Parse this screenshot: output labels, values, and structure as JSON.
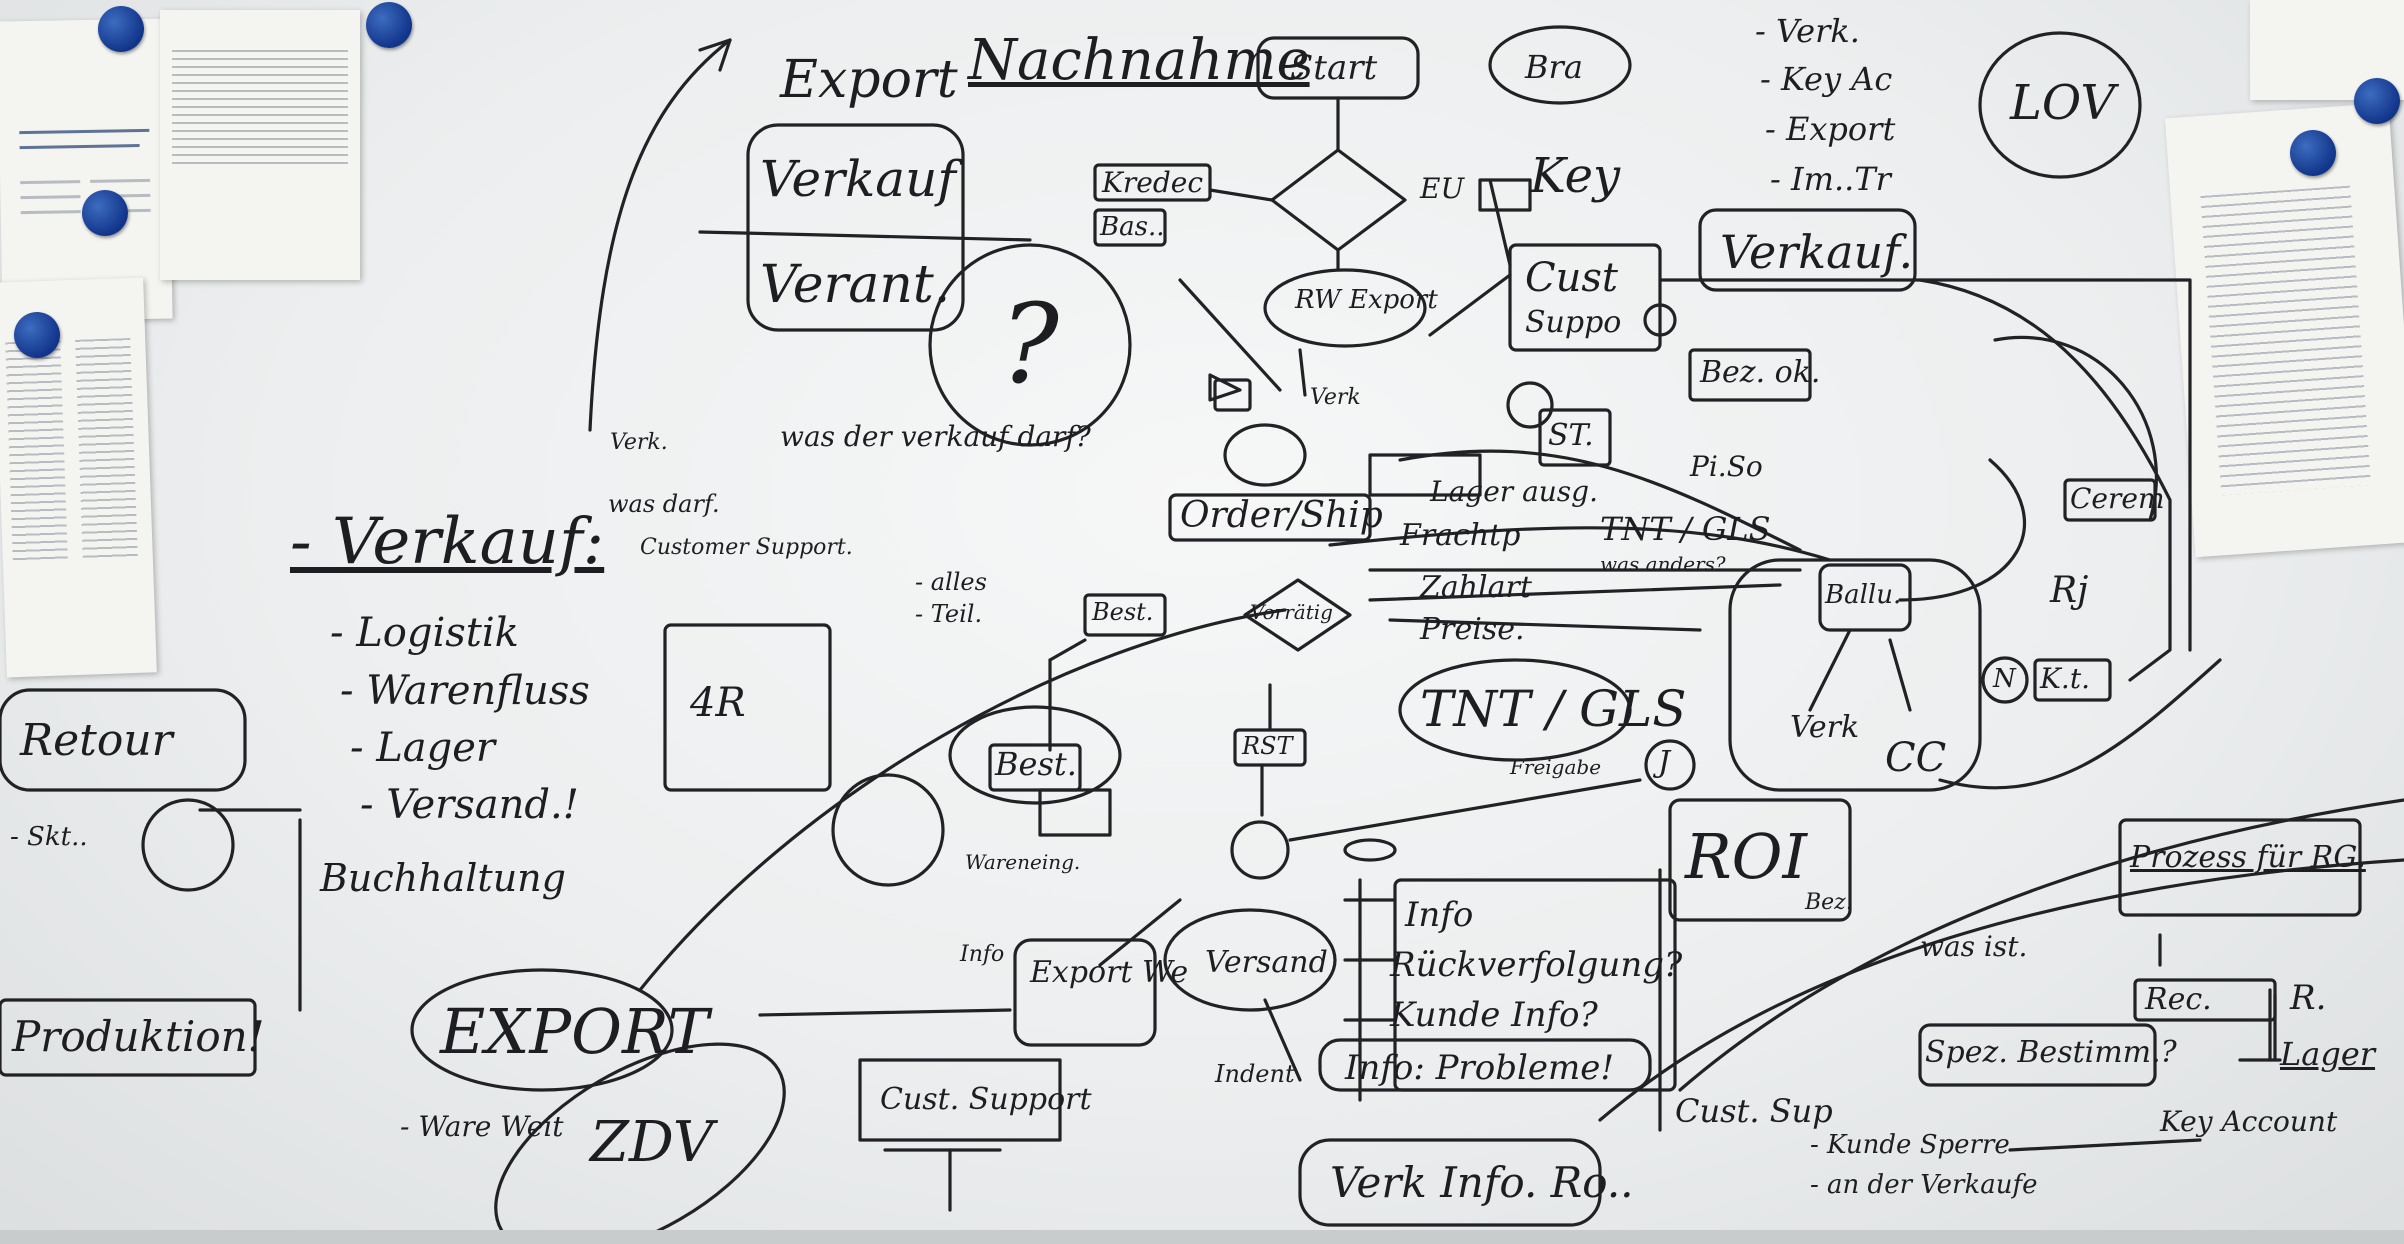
{
  "whiteboard": {
    "flow_top": {
      "export_header": "Export",
      "nachnahme": "Nachnahme",
      "start": "Start",
      "kreditor_box": "Kredec",
      "bas_box": "Bas..",
      "eu_label": "EU",
      "key_label": "Key",
      "rw_export": "RW Export",
      "verk_node": "Verk",
      "cust_support_line1": "Cust",
      "cust_support_line2": "Suppo",
      "verkauf_top_right": "Verkauf.",
      "bez_ok": "Bez. ok.",
      "st_box": "ST.",
      "pi_so": "Pi.So",
      "order_ship": "Order/Ship",
      "lager_ausg": "Lager ausg.",
      "tnt_gls_small": "TNT / GLS",
      "fracht": "Frachtp",
      "was_anders": "was anders?",
      "zahlart": "Zahlart",
      "preise": "Preise.",
      "tnt_gls_big": "TNT / GLS",
      "best_box": "Best.",
      "vorratig": "Vorrätig",
      "rst_box": "RST",
      "best_circle": "Best.",
      "freigabe": "Freigabe",
      "j_circle": "J",
      "question_big": "?",
      "ballung": "Ballu.",
      "verk_circle": "Verk",
      "cc_circle": "CC",
      "n_circle": "N",
      "kt_box": "K.t.",
      "rj_label": "Rj",
      "cerem_box": "Cerem"
    },
    "verkauf_section": {
      "verkauf_box_top": "Verkauf",
      "verant": "Verant.",
      "note_verk": "Verk.",
      "note_was_darf": "was darf.",
      "note_customer_support": "Customer Support.",
      "note_was_der_verkauf_darf": "was der verkauf darf?",
      "heading": "- Verkauf:",
      "item_logistik": "- Logistik",
      "item_warenfluss": "- Warenfluss",
      "item_lager": "- Lager",
      "item_versand": "- Versand.!",
      "item_buchhaltung": "Buchhaltung",
      "alles_teil_1": "- alles",
      "alles_teil_2": "- Teil.",
      "box_4r": "4R"
    },
    "bottom_left": {
      "retour": "Retour",
      "skt": "- Skt..",
      "produktion": "Produktion!",
      "export_big": "EXPORT",
      "ware_weit": "- Ware Weit",
      "zdv": "ZDV",
      "cust_support": "Cust. Support",
      "wareneing": "Wareneing.",
      "info_label": "Info",
      "export_we": "Export We",
      "versand": "Versand",
      "indent": "Indent"
    },
    "bottom_center": {
      "info_list_1": "Info",
      "info_list_2": "Rückverfolgung?",
      "info_list_3": "Kunde Info?",
      "info_list_4": "Info: Probleme!",
      "verk_info_ro": "Verk Info. Ro..",
      "roi": "ROI",
      "cust_sup": "Cust. Sup"
    },
    "bottom_right": {
      "prozess": "Prozess für RG.",
      "rec": "Rec.",
      "r": "R.",
      "lager": "Lager",
      "spez_bestimm": "Spez. Bestimm.?",
      "kunde_sperre": "- Kunde Sperre",
      "an_der_verkaufe": "- an der Verkaufe",
      "key_account": "Key Account",
      "bez_label": "Bez.",
      "was_ist": "was ist."
    },
    "top_right_notes": {
      "verk": "- Verk.",
      "key_acc": "- Key Ac",
      "export": "- Export",
      "im_tr": "- Im..Tr",
      "lov": "LOV",
      "key_bubble": "Bra"
    }
  }
}
